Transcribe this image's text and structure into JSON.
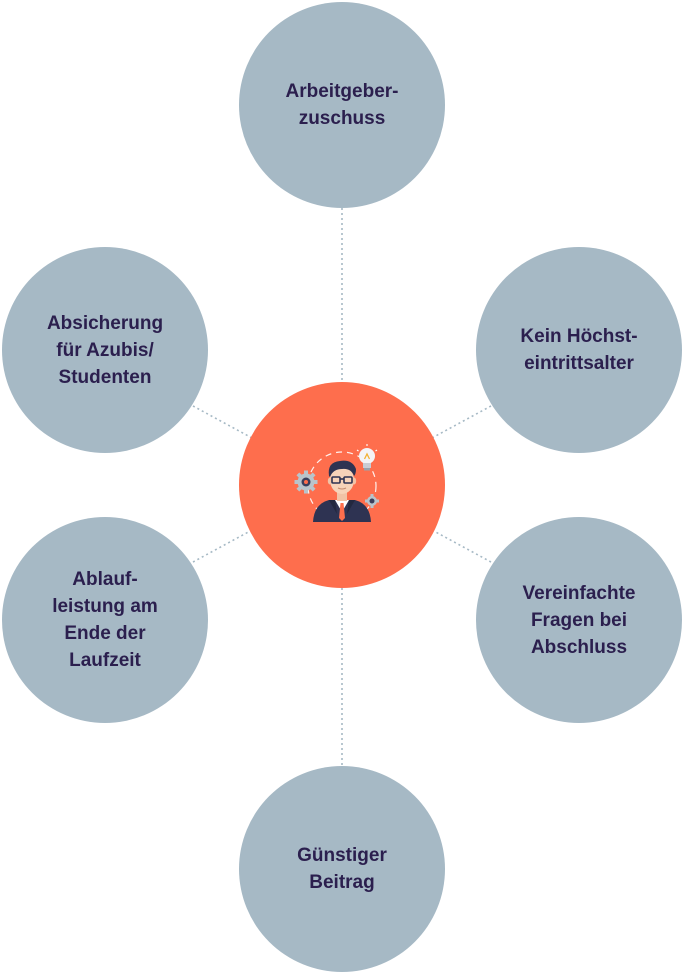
{
  "colors": {
    "node_fill": "#a6b9c5",
    "center_fill": "#fe6e4d",
    "label_text": "#2b1f4e",
    "connector": "#a6b9c5"
  },
  "center": {
    "icon": "businessman-with-idea-icon"
  },
  "nodes": {
    "top": "Arbeitgeber-\nzuschuss",
    "upper_left": "Absicherung\nfür Azubis/\nStudenten",
    "upper_right": "Kein Höchst-\neintrittsalter",
    "lower_left": "Ablauf-\nleistung  am\nEnde der\nLaufzeit",
    "lower_right": "Vereinfachte\nFragen bei\nAbschluss",
    "bottom": "Günstiger\nBeitrag"
  }
}
